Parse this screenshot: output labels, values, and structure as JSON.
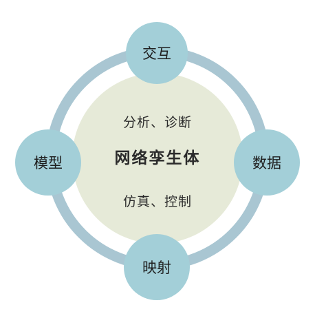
{
  "diagram": {
    "center": {
      "title": "网络孪生体",
      "top_text": "分析、诊断",
      "bottom_text": "仿真、控制"
    },
    "nodes": {
      "top": "交互",
      "right": "数据",
      "bottom": "映射",
      "left": "模型"
    },
    "colors": {
      "ring": "#a9c6d2",
      "node_fill": "#a3cfd8",
      "center_fill": "#e6ead8",
      "text": "#2b2b2b"
    }
  }
}
